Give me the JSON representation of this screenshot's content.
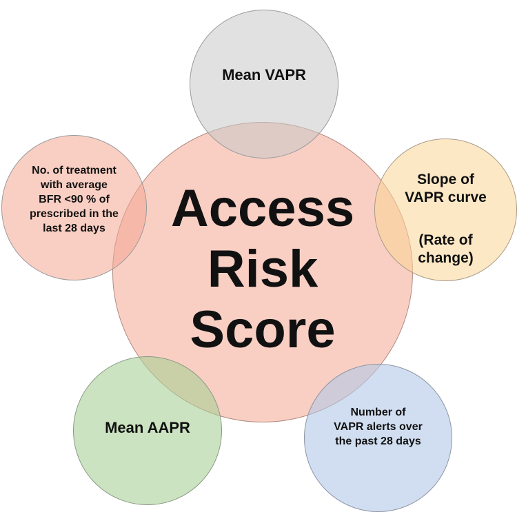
{
  "center": {
    "label": "Access\nRisk\nScore"
  },
  "factors": {
    "top": "Mean VAPR",
    "right_line1": "Slope of\nVAPR curve",
    "right_line2": "(Rate of\nchange)",
    "left": "No. of treatment\nwith average\nBFR <90 % of\nprescribed in the\nlast 28 days",
    "bottom_left": "Mean AAPR",
    "bottom_right": "Number of\nVAPR alerts over\nthe past 28 days"
  },
  "colors": {
    "center": "#F4A894",
    "top": "#C8C8C8",
    "right": "#FCD696",
    "left": "#F4A894",
    "bottom_left": "#A8D096",
    "bottom_right": "#B2C8E8"
  }
}
